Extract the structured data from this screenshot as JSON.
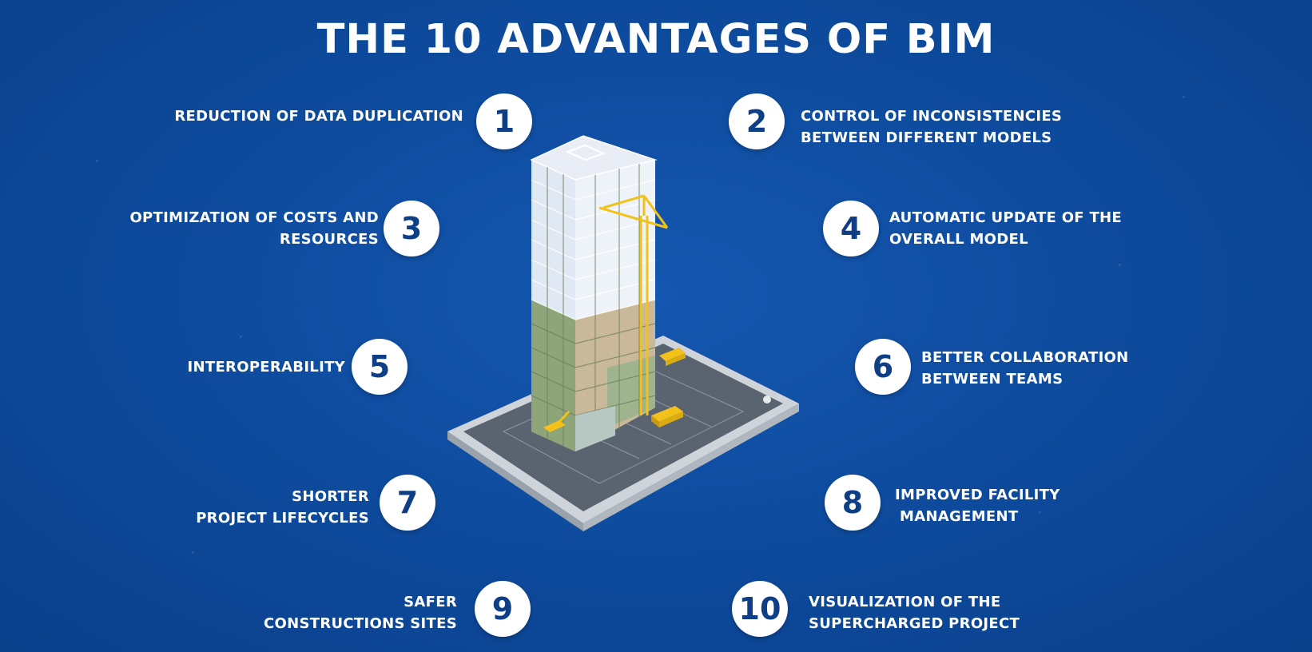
{
  "title": "THE 10 ADVANTAGES OF BIM",
  "advantages": [
    {
      "number": "1",
      "lines": [
        "REDUCTION OF DATA DUPLICATION"
      ]
    },
    {
      "number": "2",
      "lines": [
        "CONTROL OF INCONSISTENCIES",
        "BETWEEN DIFFERENT MODELS"
      ]
    },
    {
      "number": "3",
      "lines": [
        "OPTIMIZATION OF COSTS AND",
        "RESOURCES"
      ]
    },
    {
      "number": "4",
      "lines": [
        "AUTOMATIC UPDATE OF THE",
        "OVERALL MODEL"
      ]
    },
    {
      "number": "5",
      "lines": [
        "INTEROPERABILITY"
      ]
    },
    {
      "number": "6",
      "lines": [
        "BETTER COLLABORATION",
        "BETWEEN TEAMS"
      ]
    },
    {
      "number": "7",
      "lines": [
        "SHORTER",
        "PROJECT LIFECYCLES"
      ]
    },
    {
      "number": "8",
      "lines": [
        "IMPROVED FACILITY",
        "MANAGEMENT"
      ]
    },
    {
      "number": "9",
      "lines": [
        "SAFER",
        "CONSTRUCTIONS SITES"
      ]
    },
    {
      "number": "10",
      "lines": [
        "VISUALIZATION OF THE",
        "SUPERCHARGED PROJECT"
      ]
    }
  ],
  "colors": {
    "background": "#0e4c9f",
    "badge": "#ffffff",
    "badge_text": "#0e3f86",
    "text": "#ffffff",
    "crane": "#f2c21b"
  },
  "illustration": "building-under-construction-on-tablet"
}
